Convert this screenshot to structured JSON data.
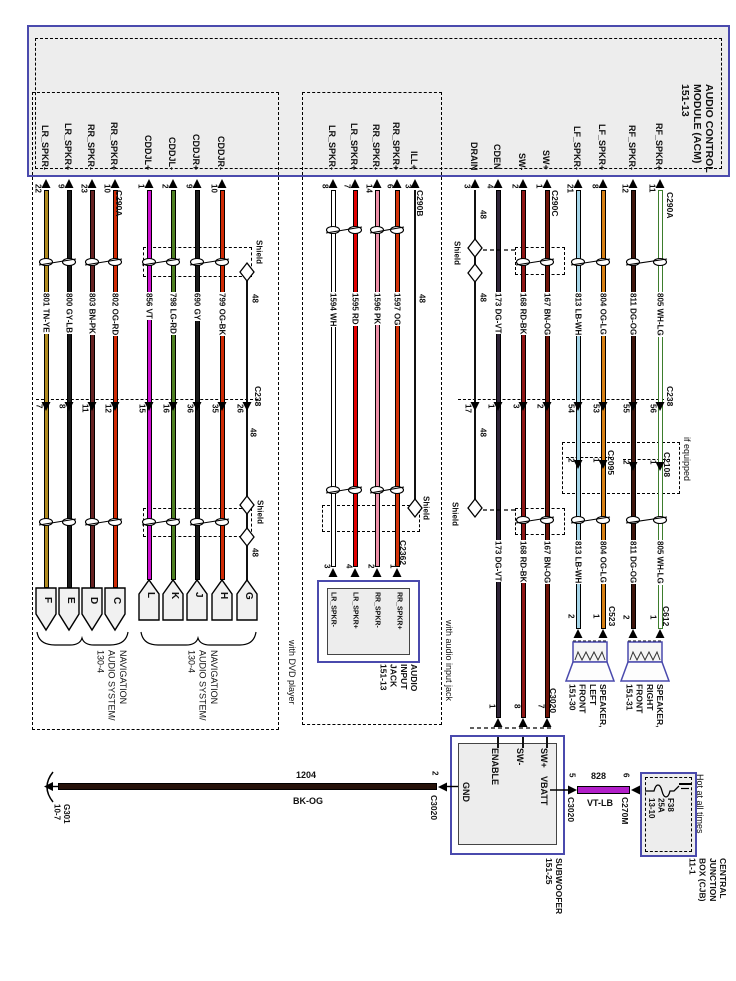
{
  "acm": {
    "name": [
      "AUDIO CONTROL",
      "MODULE (ACM)",
      "151-13"
    ]
  },
  "left_group": {
    "signals": [
      "LR_SPKR-",
      "LR_SPKR+",
      "RR_SPKR-",
      "RR_SPKR+",
      "CDDJL+",
      "CDDJL-",
      "CDDJR+",
      "CDDJR-"
    ],
    "pins_top": [
      "22",
      "9",
      "23",
      "10",
      "1",
      "2",
      "9",
      "10"
    ],
    "connector_top": "C290A",
    "circuits": [
      "801 TN-YE",
      "800 GY-LB",
      "803 BN-PK",
      "802 OG-RD",
      "856 VT",
      "798 LG-RD",
      "690 GY",
      "799 OG-BK"
    ],
    "shield_label": "Shield",
    "drain_circuit": "48",
    "c238_label": "C238",
    "c238_pins": [
      "7",
      "8",
      "11",
      "12",
      "15",
      "16",
      "36",
      "35",
      "26"
    ],
    "terminals": [
      "F",
      "E",
      "D",
      "C",
      "L",
      "K",
      "J",
      "H",
      "G"
    ],
    "system_label": [
      "130-4",
      "AUDIO SYSTEM/",
      "NAVIGATION"
    ],
    "note": "with DVD player"
  },
  "middle_group": {
    "signals": [
      "LR_SPKR-",
      "LR_SPKR+",
      "RR_SPKR-",
      "RR_SPKR+",
      "ILL+"
    ],
    "pins_top": [
      "8",
      "7",
      "14",
      "6",
      "3"
    ],
    "connector_top": "C290B",
    "circuits": [
      "1594 WH",
      "1595 RD",
      "1596 PK",
      "1597 OG"
    ],
    "drain_circuit": "48",
    "shield_label": "Shield",
    "connector_shield": "C2362",
    "note": "with audio input jack",
    "jack": {
      "pins": [
        "3",
        "4",
        "2",
        "1"
      ],
      "signals": [
        "LR_SPKR-",
        "LR_SPKR+",
        "RR_SPKR-",
        "RR_SPKR+"
      ],
      "name": [
        "AUDIO",
        "INPUT",
        "JACK",
        "151-13"
      ]
    }
  },
  "right_group": {
    "signals": [
      "DRAIN",
      "CDEN",
      "SW-",
      "SW+",
      "LF_SPKR-",
      "LF_SPKR+",
      "RF_SPKR-",
      "RF_SPKR+"
    ],
    "pins_top": [
      "3",
      "4",
      "2",
      "1",
      "21",
      "8",
      "12",
      "11"
    ],
    "connector_top_left": "C290C",
    "connector_top_right": "C290A",
    "drain_circuit": "48",
    "shield_label": "Shield",
    "circuits": [
      "173 DG-VT",
      "168 RD-BK",
      "167 BN-OG",
      "813 LB-WH",
      "804 OG-LG",
      "811 DG-OG",
      "805 WH-LG"
    ],
    "c238_label": "C238",
    "c238_pins": [
      "17",
      "1",
      "3",
      "2",
      "54",
      "53",
      "55",
      "56"
    ],
    "if_equipped_note": "if equipped",
    "c2095": {
      "label": "C2095",
      "pins": [
        "2",
        "1"
      ]
    },
    "c2108": {
      "label": "C2108",
      "pins": [
        "2",
        "1"
      ]
    },
    "left_speaker": {
      "pins": [
        "2",
        "1"
      ],
      "connector": "C523",
      "name": [
        "SPEAKER,",
        "LEFT",
        "FRONT",
        "151-30"
      ]
    },
    "right_speaker": {
      "pins": [
        "2",
        "1"
      ],
      "connector": "C612",
      "name": [
        "SPEAKER,",
        "RIGHT",
        "FRONT",
        "151-31"
      ]
    }
  },
  "subwoofer": {
    "name": [
      "SUBWOOFER",
      "151-25"
    ],
    "connector": "C3020",
    "pins_top": [
      "1",
      "8",
      "7"
    ],
    "labels": {
      "enable": "ENABLE",
      "sw_minus": "SW-",
      "sw_plus": "SW+",
      "vbatt": "VBATT",
      "gnd": "GND"
    },
    "vbatt_pin": "5",
    "vbatt_connector": "C3020",
    "gnd_pin": "2",
    "gnd_connector": "C3020"
  },
  "power_feed": {
    "circuit": "828",
    "color": "VT-LB",
    "cjb_pin": "6",
    "cjb_connector": "C270M",
    "fuse": [
      "F38",
      "25A",
      "13-10"
    ],
    "note": "Hot at all times",
    "cjb_name": [
      "CENTRAL",
      "JUNCTION",
      "BOX (CJB)",
      "11-1"
    ]
  },
  "ground_path": {
    "circuit": "1204",
    "color": "BK-OG",
    "ground_name": [
      "G301",
      "10-7"
    ]
  },
  "colors": {
    "module_border": "#4a4aad",
    "module_fill": "#ededed"
  }
}
